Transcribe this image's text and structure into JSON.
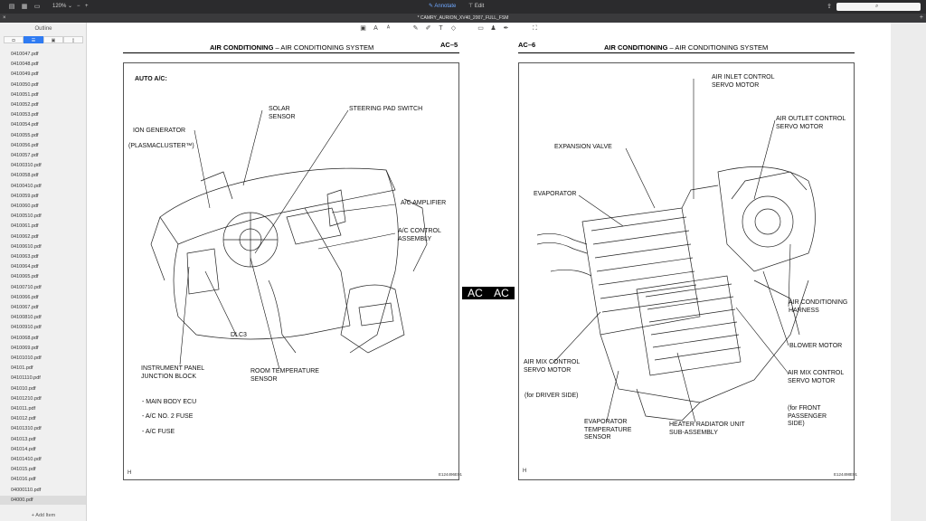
{
  "toolbar": {
    "zoom": "120%",
    "zoom_out": "−",
    "zoom_in": "+",
    "annotate_label": "Annotate",
    "edit_label": "Edit",
    "sidebar_icon": "sidebar-icon",
    "grid_icon": "grid-icon",
    "layout_icon": "layout-icon",
    "share_icon": "share-icon",
    "search_icon": "search-icon",
    "search_placeholder": ""
  },
  "window": {
    "title": "* CAMRY_AURION_XV40_2007_FULL_FSM",
    "close": "×",
    "new_tab": "+"
  },
  "sidebar": {
    "title": "Outline",
    "tabs": [
      "◘",
      "☰",
      "▣",
      "▯"
    ],
    "items": [
      "0410047.pdf",
      "0410048.pdf",
      "0410049.pdf",
      "0410050.pdf",
      "0410051.pdf",
      "0410052.pdf",
      "0410053.pdf",
      "0410054.pdf",
      "0410055.pdf",
      "0410056.pdf",
      "0410057.pdf",
      "04100310.pdf",
      "0410058.pdf",
      "04100410.pdf",
      "0410059.pdf",
      "0410060.pdf",
      "04100510.pdf",
      "0410061.pdf",
      "0410062.pdf",
      "04100610.pdf",
      "0410063.pdf",
      "0410064.pdf",
      "0410065.pdf",
      "04100710.pdf",
      "0410066.pdf",
      "0410067.pdf",
      "04100810.pdf",
      "04100910.pdf",
      "0410068.pdf",
      "0410069.pdf",
      "04101010.pdf",
      "04101.pdf",
      "04101110.pdf",
      "041010.pdf",
      "04101210.pdf",
      "041011.pdf",
      "041012.pdf",
      "04101310.pdf",
      "041013.pdf",
      "041014.pdf",
      "04101410.pdf",
      "041015.pdf",
      "041016.pdf",
      "04000110.pdf",
      "04000.pdf"
    ],
    "add_item": "+ Add Item"
  },
  "left_page": {
    "page_code": "AC–5",
    "header_bold": "AIR CONDITIONING",
    "header_rest": " – AIR CONDITIONING SYSTEM",
    "heading": "AUTO A/C:",
    "labels": {
      "solar_sensor": "SOLAR\nSENSOR",
      "steering_pad": "STEERING PAD SWITCH",
      "ion_generator": "ION GENERATOR",
      "plasmacluster": "(PLASMACLUSTER™)",
      "ac_amplifier": "A/C AMPLIFIER",
      "ac_control": "A/C CONTROL\nASSEMBLY",
      "dlc3": "DLC3",
      "instrument_panel": "INSTRUMENT PANEL\nJUNCTION BLOCK",
      "room_temp": "ROOM TEMPERATURE\nSENSOR"
    },
    "notes": [
      "-  MAIN BODY ECU",
      "-  A/C NO. 2 FUSE",
      "-  A/C FUSE"
    ],
    "corner_mark": "H",
    "figure_id": "E124496E01"
  },
  "right_page": {
    "page_code": "AC–6",
    "header_bold": "AIR CONDITIONING",
    "header_rest": " – AIR CONDITIONING SYSTEM",
    "labels": {
      "air_inlet": "AIR INLET CONTROL\nSERVO MOTOR",
      "air_outlet": "AIR OUTLET CONTROL\nSERVO MOTOR",
      "expansion_valve": "EXPANSION VALVE",
      "evaporator": "EVAPORATOR",
      "ac_harness": "AIR CONDITIONING\nHARNESS",
      "blower_motor": "BLOWER MOTOR",
      "air_mix_driver": "AIR MIX CONTROL\nSERVO MOTOR",
      "driver_side": "(for DRIVER SIDE)",
      "air_mix_pass": "AIR MIX CONTROL\nSERVO MOTOR",
      "front_pass": "(for FRONT\nPASSENGER\nSIDE)",
      "evap_temp": "EVAPORATOR\nTEMPERATURE\nSENSOR",
      "heater_radiator": "HEATER RADIATOR UNIT\nSUB-ASSEMBLY"
    },
    "corner_mark": "H",
    "figure_id": "E124498E01"
  },
  "center_badge": {
    "left": "AC",
    "right": "AC"
  }
}
